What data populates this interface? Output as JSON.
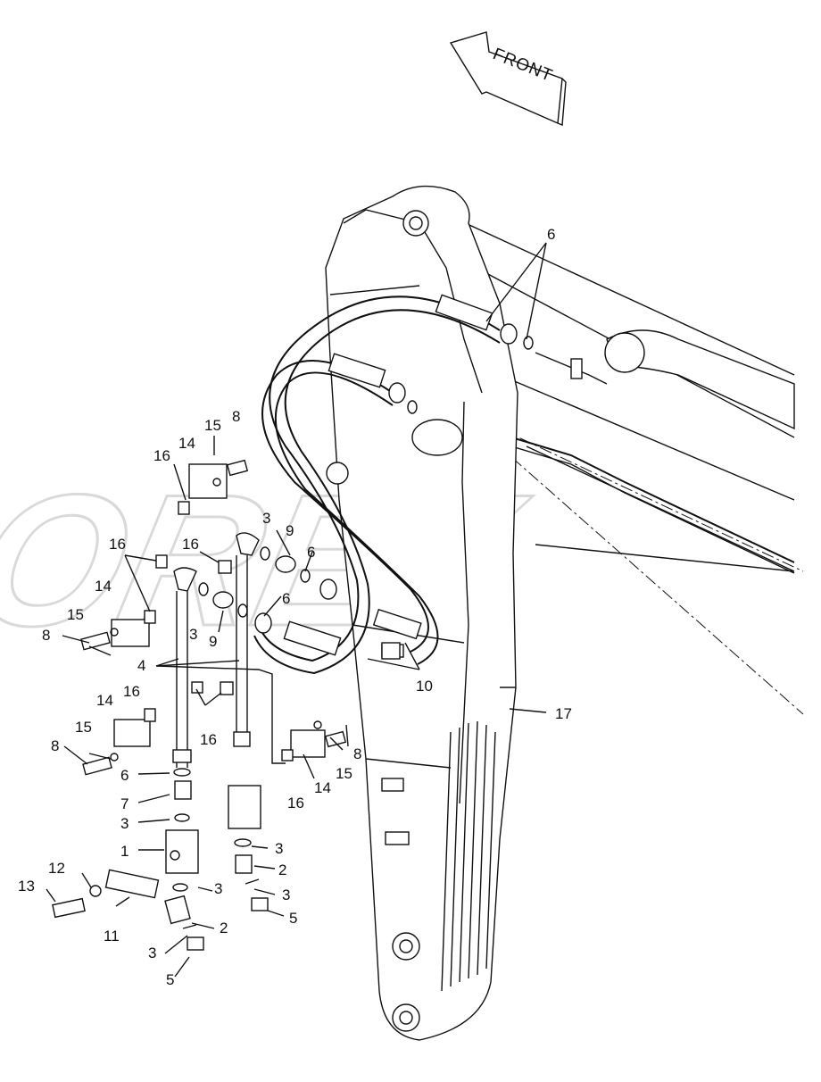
{
  "front_arrow": {
    "text": "FRONT"
  },
  "watermark": {
    "text": "OREX"
  },
  "callouts": [
    {
      "id": "c6a",
      "text": "6"
    },
    {
      "id": "c17",
      "text": "17"
    },
    {
      "id": "c10",
      "text": "10"
    },
    {
      "id": "c15a",
      "text": "15"
    },
    {
      "id": "c8a",
      "text": "8"
    },
    {
      "id": "c14a",
      "text": "14"
    },
    {
      "id": "c16a",
      "text": "16"
    },
    {
      "id": "c3a",
      "text": "3"
    },
    {
      "id": "c9a",
      "text": "9"
    },
    {
      "id": "c6b",
      "text": "6"
    },
    {
      "id": "c16b",
      "text": "16"
    },
    {
      "id": "c16c",
      "text": "16"
    },
    {
      "id": "c3b",
      "text": "3"
    },
    {
      "id": "c6c",
      "text": "6"
    },
    {
      "id": "c9b",
      "text": "9"
    },
    {
      "id": "c14b",
      "text": "14"
    },
    {
      "id": "c15b",
      "text": "15"
    },
    {
      "id": "c8b",
      "text": "8"
    },
    {
      "id": "c4",
      "text": "4"
    },
    {
      "id": "c14c",
      "text": "14"
    },
    {
      "id": "c16d",
      "text": "16"
    },
    {
      "id": "c16e",
      "text": "16"
    },
    {
      "id": "c15c",
      "text": "15"
    },
    {
      "id": "c8c",
      "text": "8"
    },
    {
      "id": "c6d",
      "text": "6"
    },
    {
      "id": "c7",
      "text": "7"
    },
    {
      "id": "c3c",
      "text": "3"
    },
    {
      "id": "c1",
      "text": "1"
    },
    {
      "id": "c8d",
      "text": "8"
    },
    {
      "id": "c15d",
      "text": "15"
    },
    {
      "id": "c14d",
      "text": "14"
    },
    {
      "id": "c16f",
      "text": "16"
    },
    {
      "id": "c3d",
      "text": "3"
    },
    {
      "id": "c2a",
      "text": "2"
    },
    {
      "id": "c3e",
      "text": "3"
    },
    {
      "id": "c5a",
      "text": "5"
    },
    {
      "id": "c12",
      "text": "12"
    },
    {
      "id": "c13",
      "text": "13"
    },
    {
      "id": "c11",
      "text": "11"
    },
    {
      "id": "c3f",
      "text": "3"
    },
    {
      "id": "c2b",
      "text": "2"
    },
    {
      "id": "c3g",
      "text": "3"
    },
    {
      "id": "c5b",
      "text": "5"
    }
  ]
}
